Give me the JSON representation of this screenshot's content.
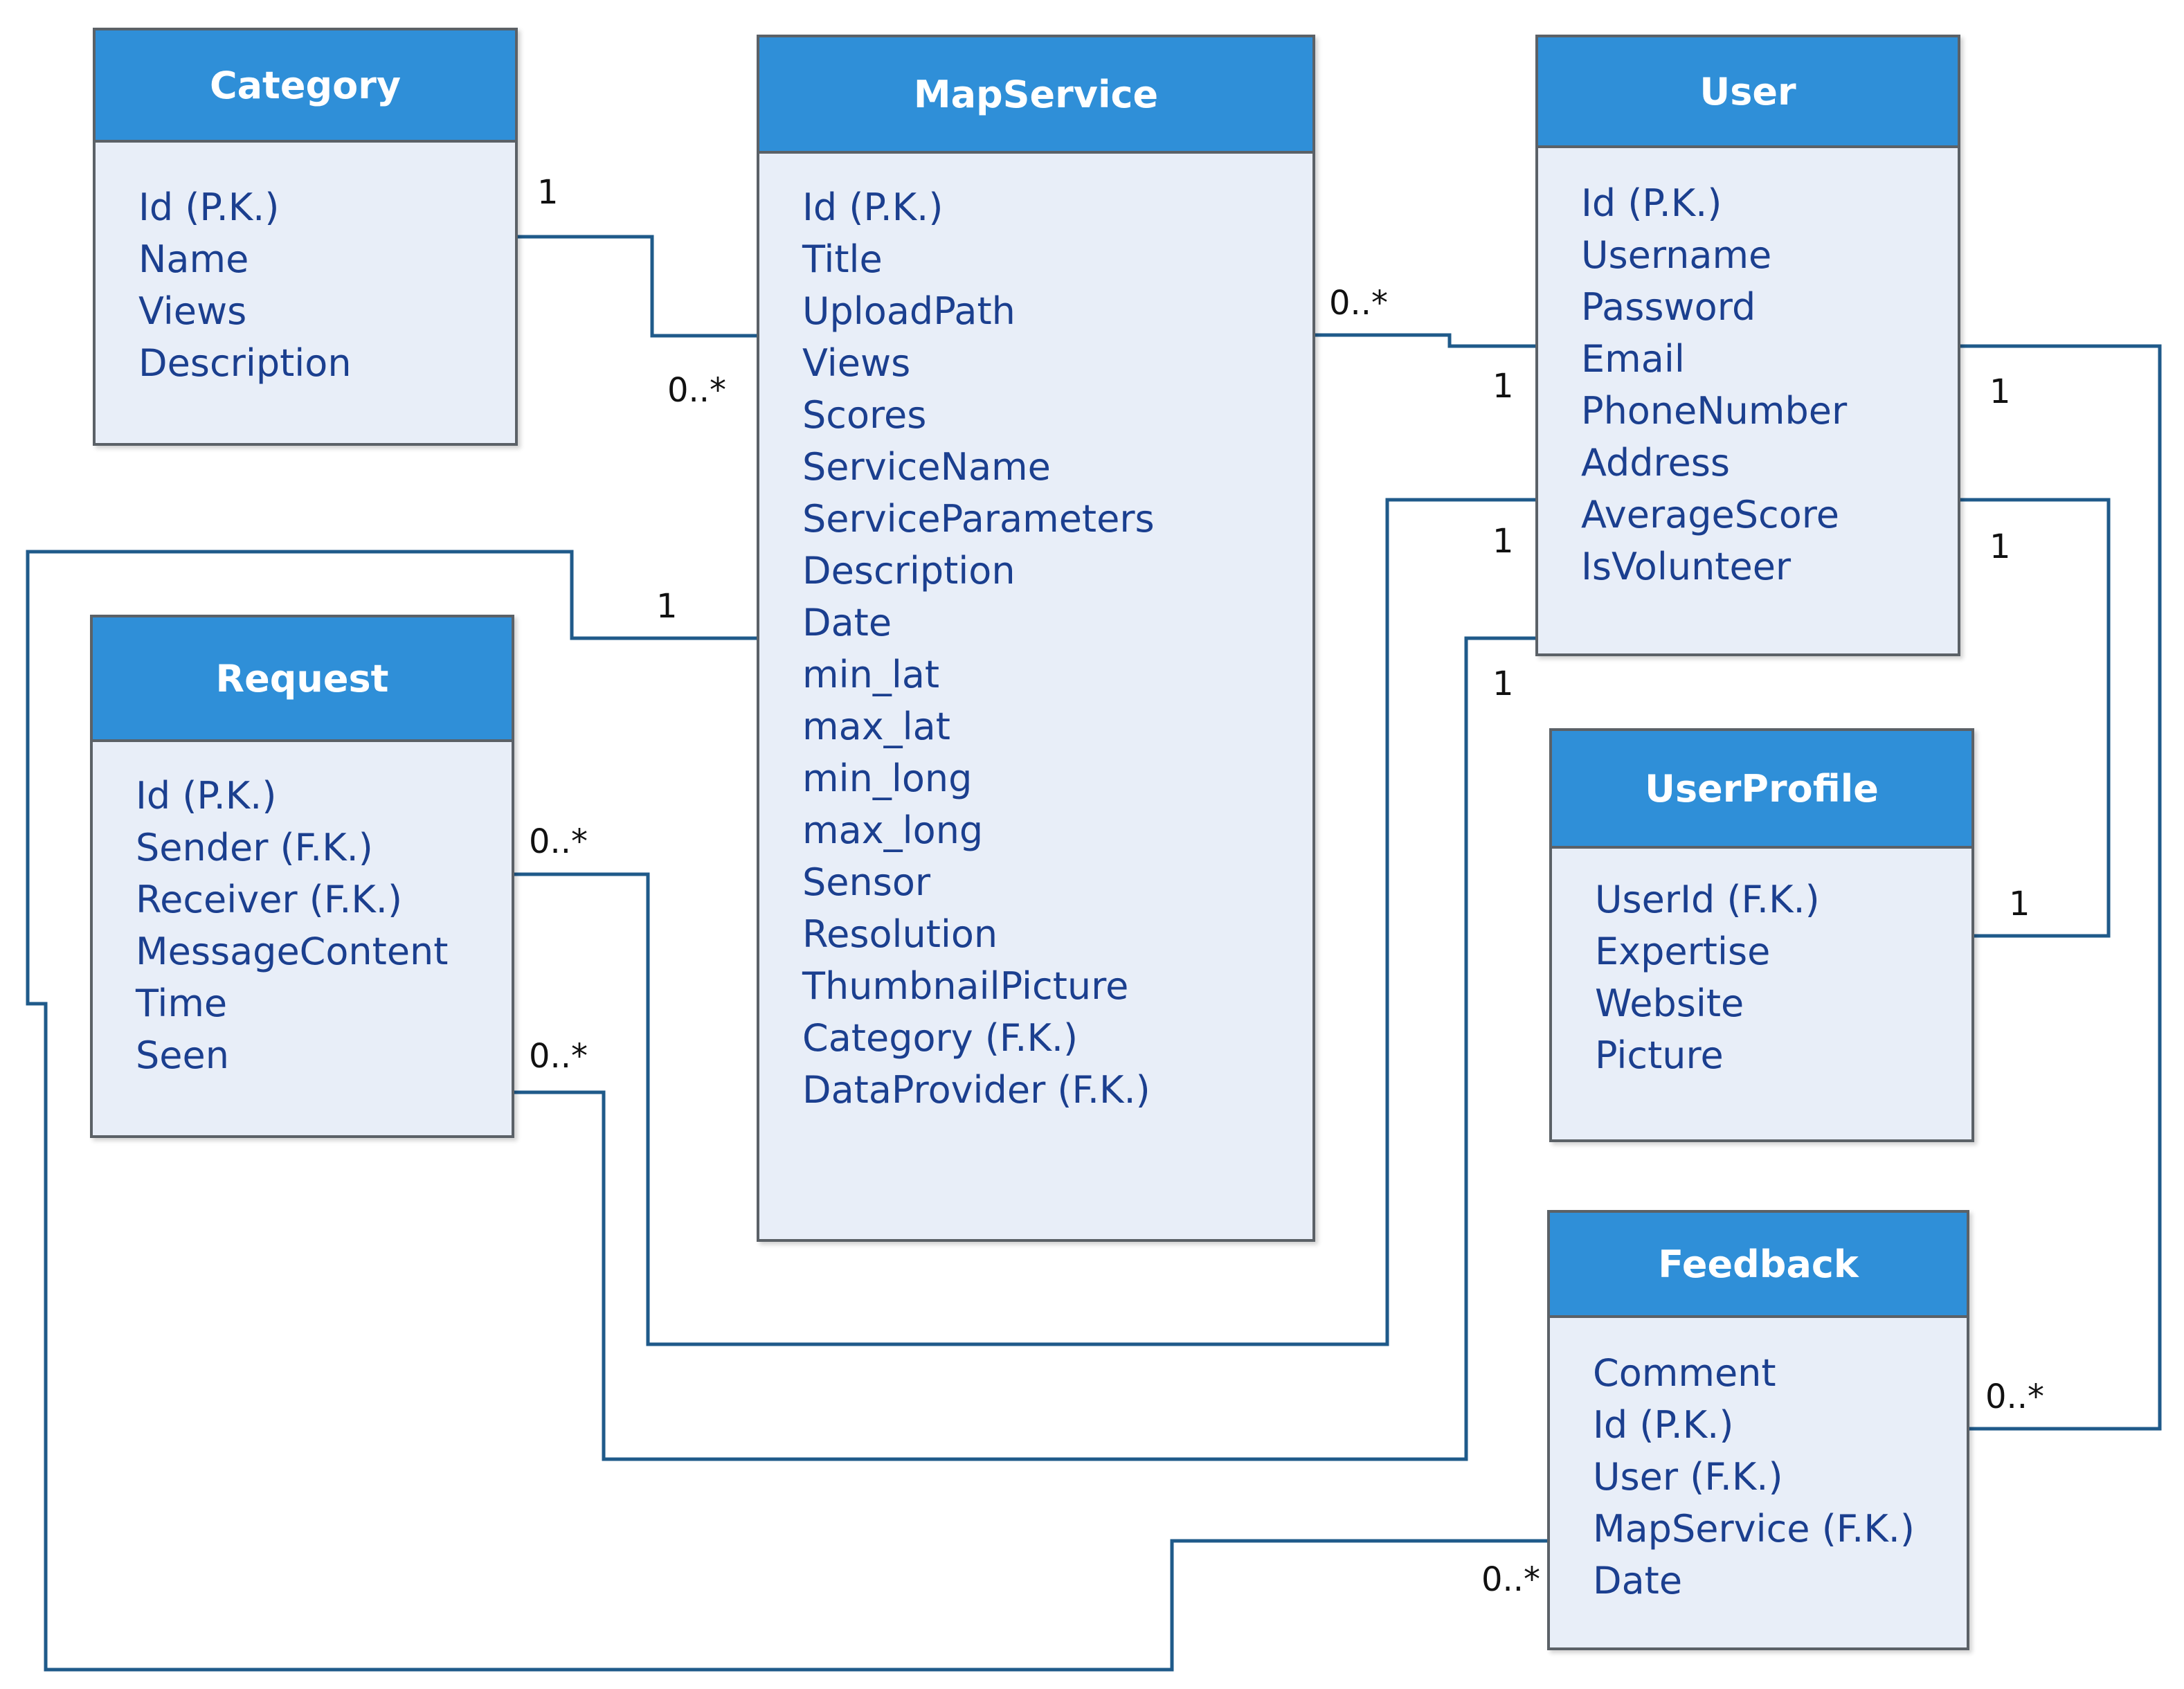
{
  "entities": {
    "category": {
      "title": "Category",
      "fields": [
        "Id (P.K.)",
        "Name",
        "Views",
        "Description"
      ]
    },
    "mapservice": {
      "title": "MapService",
      "fields": [
        "Id (P.K.)",
        "Title",
        "UploadPath",
        "Views",
        "Scores",
        "ServiceName",
        "ServiceParameters",
        "Description",
        "Date",
        "min_lat",
        "max_lat",
        "min_long",
        "max_long",
        "Sensor",
        "Resolution",
        "ThumbnailPicture",
        "Category (F.K.)",
        "DataProvider (F.K.)"
      ]
    },
    "user": {
      "title": "User",
      "fields": [
        "Id (P.K.)",
        "Username",
        "Password",
        "Email",
        "PhoneNumber",
        "Address",
        "AverageScore",
        "IsVolunteer"
      ]
    },
    "request": {
      "title": "Request",
      "fields": [
        "Id (P.K.)",
        "Sender (F.K.)",
        "Receiver (F.K.)",
        "MessageContent",
        "Time",
        "Seen"
      ]
    },
    "userprofile": {
      "title": "UserProfile",
      "fields": [
        "UserId (F.K.)",
        "Expertise",
        "Website",
        "Picture"
      ]
    },
    "feedback": {
      "title": "Feedback",
      "fields": [
        "Comment",
        "Id (P.K.)",
        "User (F.K.)",
        "MapService (F.K.)",
        "Date"
      ]
    }
  },
  "multiplicities": {
    "category_one": "1",
    "mapservice_many_from_category": "0..*",
    "mapservice_many_to_user": "0..*",
    "user_one_to_mapservice": "1",
    "user_one_to_request_receiver": "1",
    "user_one_to_request_sender": "1",
    "user_one_to_feedback": "1",
    "user_one_to_userprofile": "1",
    "userprofile_one": "1",
    "mapservice_one_to_feedback": "1",
    "request_many_receiver": "0..*",
    "request_many_sender": "0..*",
    "feedback_many_user": "0..*",
    "feedback_many_mapservice": "0..*"
  },
  "colors": {
    "header": "#2f8fd8",
    "body": "#e8eef8",
    "border": "#5b6167",
    "field_text": "#1b3f8f",
    "connector": "#1f5a8a"
  }
}
